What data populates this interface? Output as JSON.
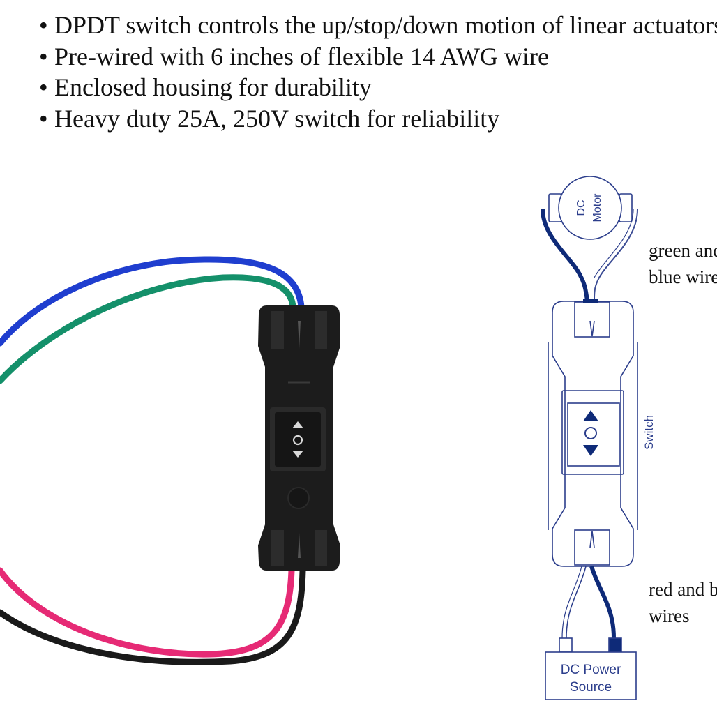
{
  "bullets": [
    "DPDT switch controls the up/stop/down motion of linear actuators",
    "Pre-wired with 6 inches of flexible 14 AWG wire",
    "Enclosed housing for durability",
    "Heavy duty 25A, 250V switch for reliability"
  ],
  "bullet_glyph": "•",
  "diagram": {
    "motor_label_1": "DC",
    "motor_label_2": "Motor",
    "switch_label": "Switch",
    "source_label_1": "DC Power",
    "source_label_2": "Source",
    "top_wires_label_1": "green and",
    "top_wires_label_2": "blue wires",
    "bottom_wires_label_1": "red and black",
    "bottom_wires_label_2": "wires"
  },
  "colors": {
    "wire_blue": "#1f3ecf",
    "wire_green": "#14906a",
    "wire_red": "#e62a75",
    "wire_black": "#1a1a1a",
    "housing": "#1c1c1c",
    "diagram_line": "#2c3e8c",
    "diagram_wire": "#0e2a78"
  }
}
